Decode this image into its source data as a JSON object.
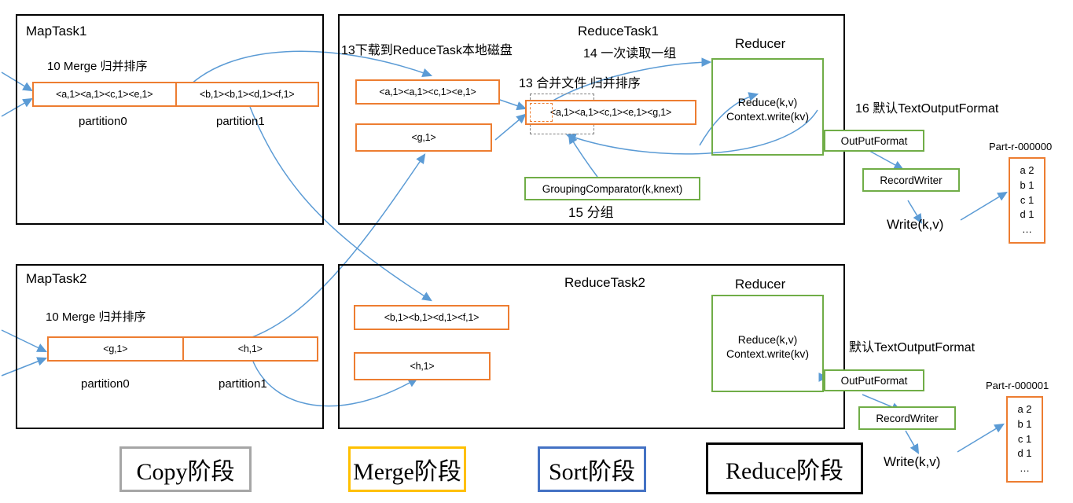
{
  "diagram": {
    "title": "MapReduce Shuffle Copy Merge Sort Reduce flow",
    "colors": {
      "orange": "#ED7D31",
      "green": "#70AD47",
      "blue_arrow": "#5B9BD5",
      "black": "#000000",
      "gray": "#A6A6A6",
      "gold": "#FFC000",
      "blue_border": "#4472C4"
    }
  },
  "maptask1": {
    "title": "MapTask1",
    "step_label": "10 Merge 归并排序",
    "partition0_data": "<a,1><a,1><c,1><e,1>",
    "partition1_data": "<b,1><b,1><d,1><f,1>",
    "partition0_label": "partition0",
    "partition1_label": "partition1"
  },
  "maptask2": {
    "title": "MapTask2",
    "step_label": "10 Merge 归并排序",
    "partition0_data": "<g,1>",
    "partition1_data": "<h,1>",
    "partition0_label": "partition0",
    "partition1_label": "partition1"
  },
  "reducetask1": {
    "title": "ReduceTask1",
    "download_label": "13下载到ReduceTask本地磁盘",
    "read_group_label": "14 一次读取一组",
    "merge_label": "13 合并文件 归并排序",
    "fetched_file_1": "<a,1><a,1><c,1><e,1>",
    "fetched_file_2": "<g,1>",
    "merged_file": "<a,1><a,1><c,1><e,1><g,1>",
    "grouping_comparator": "GroupingComparator(k,knext)",
    "grouping_label": "15 分组",
    "reducer_title": "Reducer",
    "reducer_line1": "Reduce(k,v)",
    "reducer_line2": "Context.write(kv)",
    "outputformat_label": "16 默认TextOutputFormat",
    "outputformat_box": "OutPutFormat",
    "recordwriter_box": "RecordWriter",
    "write_label": "Write(k,v)",
    "part_file_name": "Part-r-000000",
    "part_file_rows": [
      "a 2",
      "b 1",
      "c 1",
      "d 1",
      "…"
    ]
  },
  "reducetask2": {
    "title": "ReduceTask2",
    "fetched_file_1": "<b,1><b,1><d,1><f,1>",
    "fetched_file_2": "<h,1>",
    "reducer_title": "Reducer",
    "reducer_line1": "Reduce(k,v)",
    "reducer_line2": "Context.write(kv)",
    "outputformat_label": "默认TextOutputFormat",
    "outputformat_box": "OutPutFormat",
    "recordwriter_box": "RecordWriter",
    "write_label": "Write(k,v)",
    "part_file_name": "Part-r-000001",
    "part_file_rows": [
      "a 2",
      "b 1",
      "c 1",
      "d 1",
      "…"
    ]
  },
  "legend": {
    "items": [
      {
        "label": "Copy阶段",
        "color": "#A6A6A6"
      },
      {
        "label": "Merge阶段",
        "color": "#FFC000"
      },
      {
        "label": "Sort阶段",
        "color": "#4472C4"
      },
      {
        "label": "Reduce阶段",
        "color": "#000000"
      }
    ]
  }
}
